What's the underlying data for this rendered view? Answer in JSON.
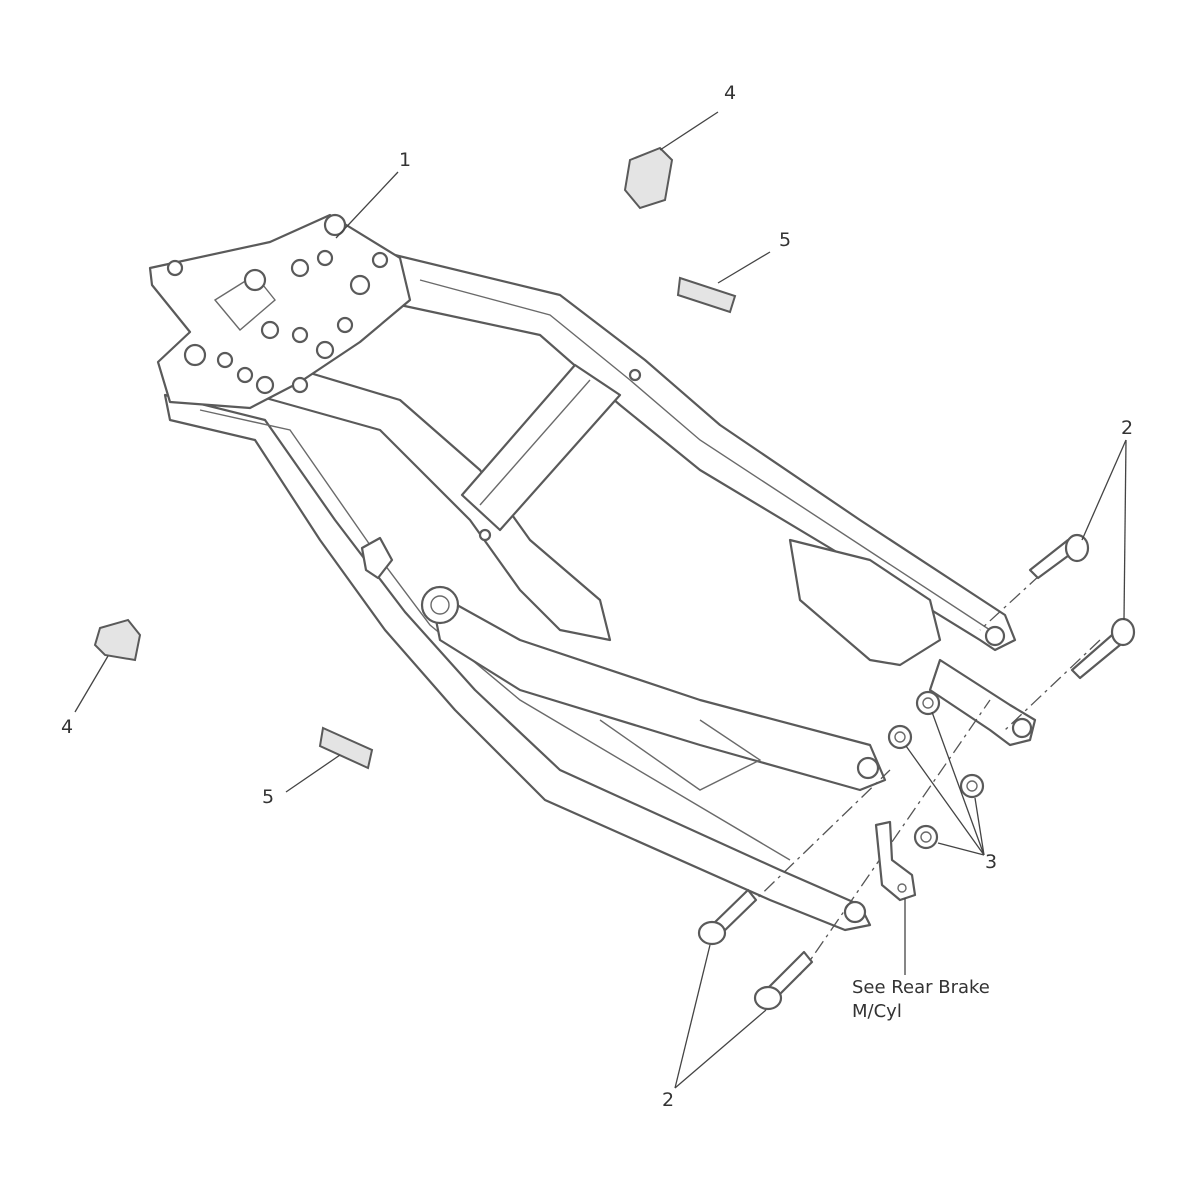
{
  "diagram": {
    "callouts": [
      {
        "id": "label-1",
        "text": "1"
      },
      {
        "id": "label-4-top",
        "text": "4"
      },
      {
        "id": "label-5-top",
        "text": "5"
      },
      {
        "id": "label-2-right",
        "text": "2"
      },
      {
        "id": "label-4-left",
        "text": "4"
      },
      {
        "id": "label-5-left",
        "text": "5"
      },
      {
        "id": "label-3",
        "text": "3"
      },
      {
        "id": "label-2-bottom",
        "text": "2"
      }
    ],
    "note": {
      "line1": "See Rear Brake",
      "line2": "M/Cyl"
    },
    "colors": {
      "line": "#5a5a5a",
      "background": "#ffffff"
    }
  }
}
